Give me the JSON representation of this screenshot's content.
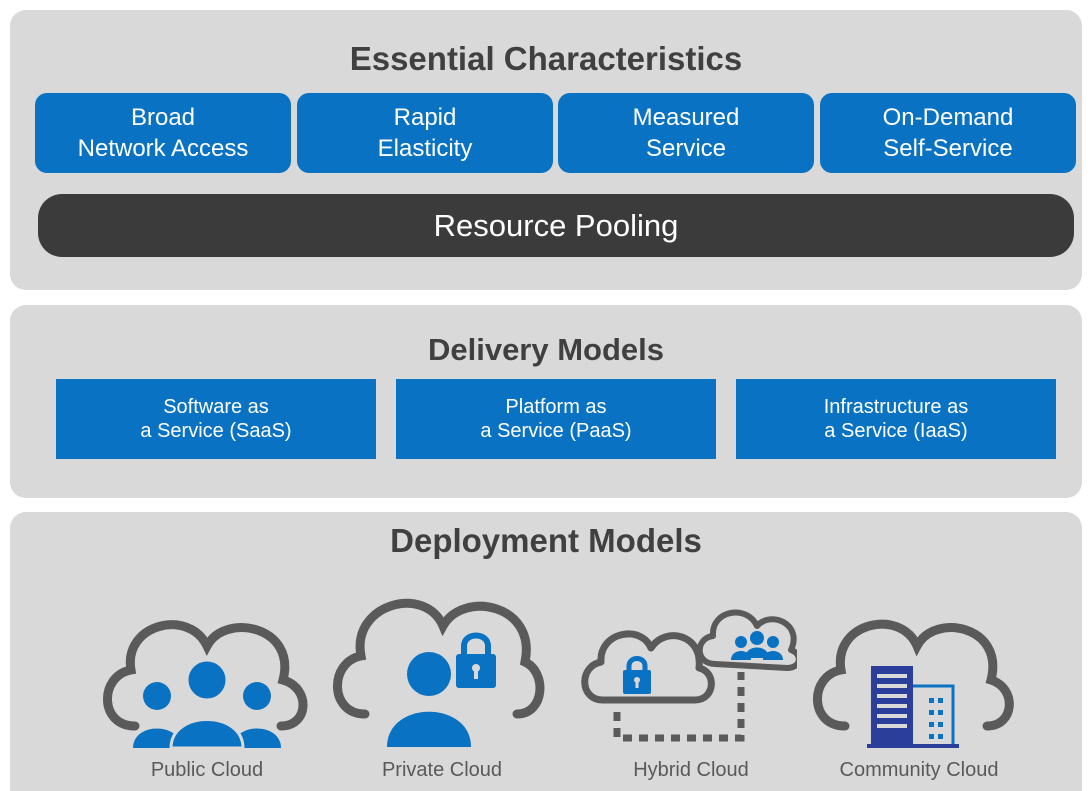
{
  "essential": {
    "title": "Essential Characteristics",
    "items": [
      {
        "line1": "Broad",
        "line2": "Network Access"
      },
      {
        "line1": "Rapid",
        "line2": "Elasticity"
      },
      {
        "line1": "Measured",
        "line2": "Service"
      },
      {
        "line1": "On-Demand",
        "line2": "Self-Service"
      }
    ],
    "foundation": "Resource Pooling"
  },
  "delivery": {
    "title": "Delivery Models",
    "items": [
      {
        "line1": "Software as",
        "line2": "a Service (SaaS)"
      },
      {
        "line1": "Platform as",
        "line2": "a Service (PaaS)"
      },
      {
        "line1": "Infrastructure as",
        "line2": "a Service (IaaS)"
      }
    ]
  },
  "deployment": {
    "title": "Deployment Models",
    "items": [
      {
        "label": "Public Cloud",
        "icon": "public-cloud-icon"
      },
      {
        "label": "Private Cloud",
        "icon": "private-cloud-icon"
      },
      {
        "label": "Hybrid Cloud",
        "icon": "hybrid-cloud-icon"
      },
      {
        "label": "Community Cloud",
        "icon": "community-cloud-icon"
      }
    ]
  },
  "colors": {
    "panel": "#d9d9d9",
    "blue": "#0a72c2",
    "dark": "#3b3b3b",
    "text": "#404040",
    "cloud_outline": "#5a5a5a"
  }
}
